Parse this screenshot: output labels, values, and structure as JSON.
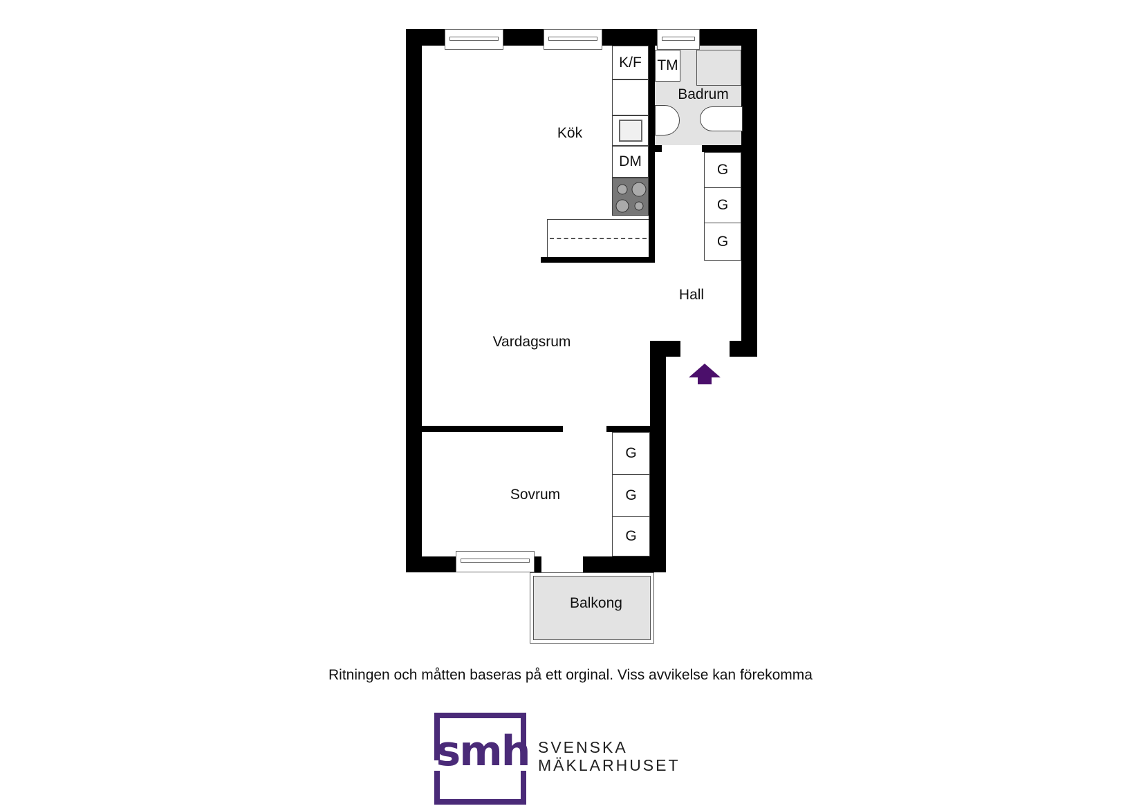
{
  "floorplan": {
    "rooms": {
      "kitchen": "Kök",
      "bathroom": "Badrum",
      "hall": "Hall",
      "living_room": "Vardagsrum",
      "bedroom": "Sovrum",
      "balcony": "Balkong"
    },
    "fixtures": {
      "fridge_freezer": "K/F",
      "washing_machine": "TM",
      "dishwasher": "DM",
      "wardrobe": "G"
    },
    "entrance_arrow_color": "#4b0f6b"
  },
  "caption": "Ritningen och måtten baseras på ett orginal. Viss avvikelse kan förekomma",
  "logo": {
    "mark": "smh",
    "line1": "SVENSKA",
    "line2": "MÄKLARHUSET",
    "color": "#4a2a78"
  }
}
